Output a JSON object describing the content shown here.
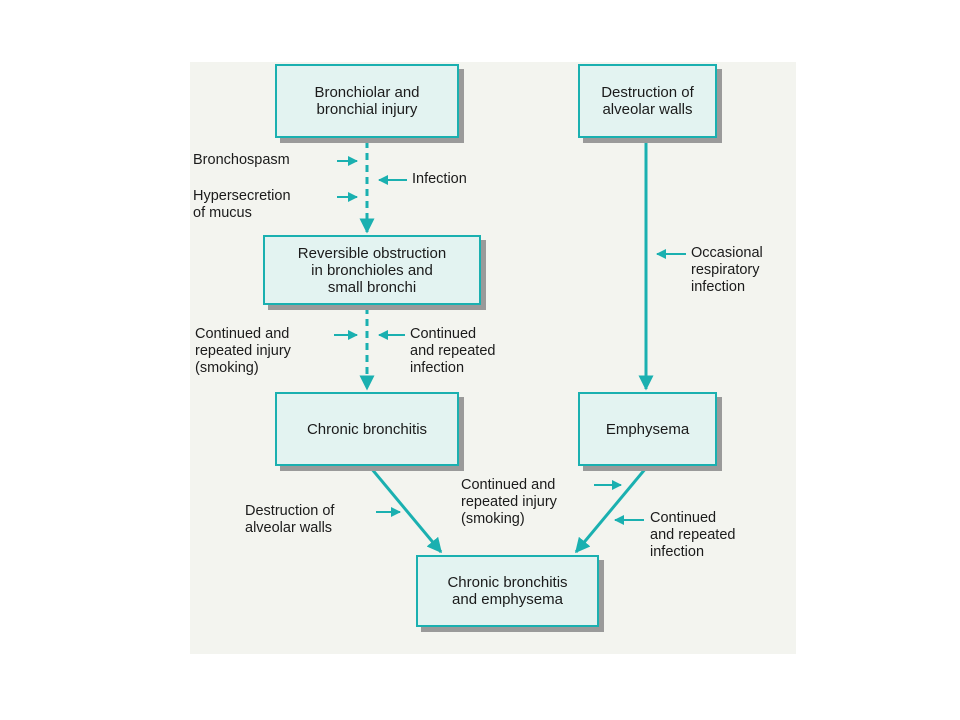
{
  "colors": {
    "panel_background": "#f3f4ef",
    "box_fill": "#e3f3f1",
    "teal_accent": "#1ab0b0",
    "shadow": "#9a9a9a"
  },
  "boxes": {
    "bronchiolar_injury": "Bronchiolar and\nbronchial injury",
    "destruction_top": "Destruction of\nalveolar walls",
    "reversible_obstruction": "Reversible obstruction\nin bronchioles and\nsmall bronchi",
    "chronic_bronchitis": "Chronic bronchitis",
    "emphysema": "Emphysema",
    "combined": "Chronic bronchitis\nand emphysema"
  },
  "labels": {
    "bronchospasm": "Bronchospasm",
    "infection": "Infection",
    "hypersecretion": "Hypersecretion\nof mucus",
    "occasional_infection": "Occasional\nrespiratory\ninfection",
    "continued_injury_left": "Continued and\nrepeated injury\n(smoking)",
    "continued_infection_left": "Continued\nand repeated\ninfection",
    "destruction_lower": "Destruction of\nalveolar walls",
    "continued_injury_right": "Continued and\nrepeated injury\n(smoking)",
    "continued_infection_right": "Continued\nand repeated\ninfection"
  }
}
